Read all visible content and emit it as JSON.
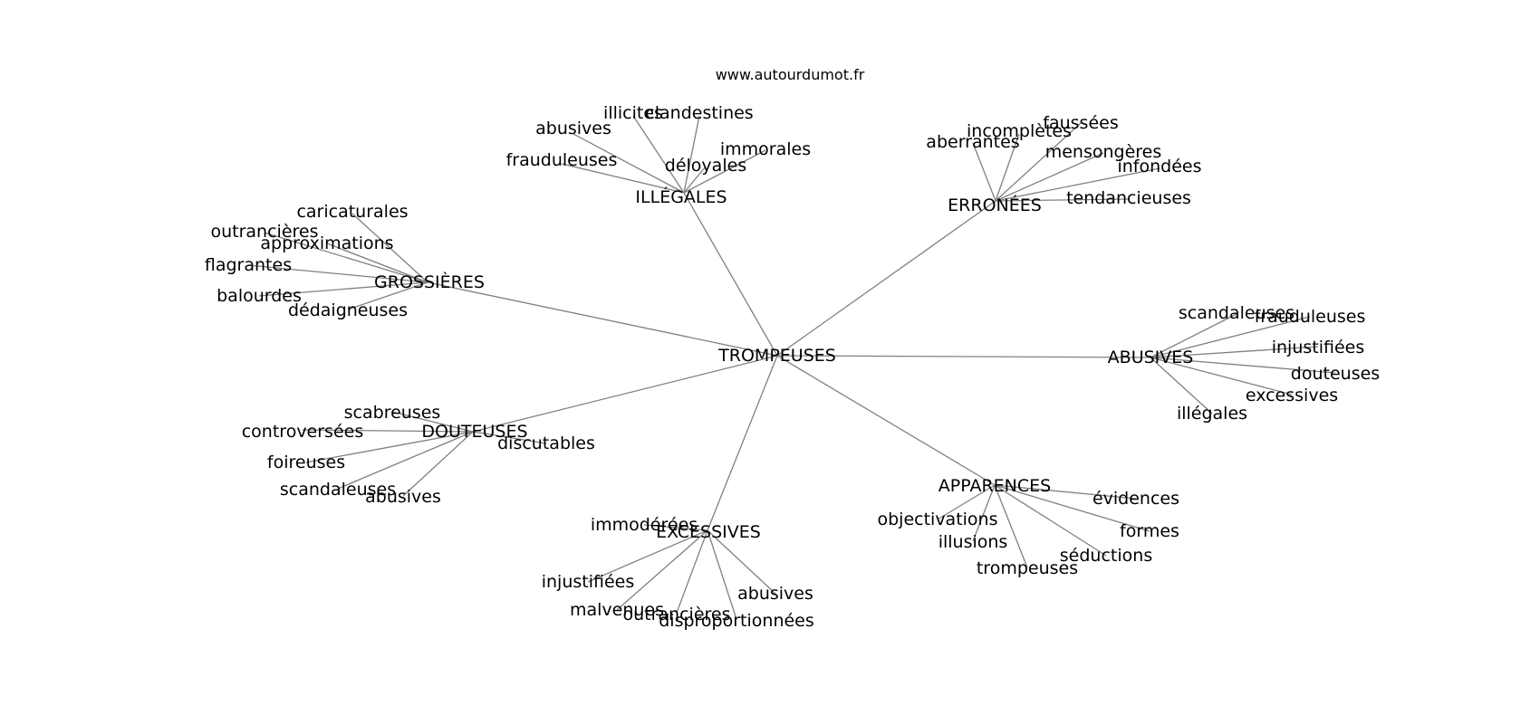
{
  "source": "www.autourdumot.fr",
  "center": "TROMPEUSES",
  "groups": [
    {
      "label": "ILLÉGALES",
      "leaves": [
        "illicites",
        "clandestines",
        "abusives",
        "immorales",
        "déloyales",
        "frauduleuses"
      ]
    },
    {
      "label": "ERRONÉES",
      "leaves": [
        "aberrantes",
        "incomplètes",
        "faussées",
        "mensongères",
        "infondées",
        "tendancieuses"
      ]
    },
    {
      "label": "GROSSIÈRES",
      "leaves": [
        "caricaturales",
        "outrancières",
        "approximations",
        "flagrantes",
        "balourdes",
        "dédaigneuses"
      ]
    },
    {
      "label": "ABUSIVES",
      "leaves": [
        "scandaleuses",
        "frauduleuses",
        "injustifiées",
        "douteuses",
        "excessives",
        "illégales"
      ]
    },
    {
      "label": "DOUTEUSES",
      "leaves": [
        "scabreuses",
        "controversées",
        "discutables",
        "foireuses",
        "scandaleuses",
        "abusives"
      ]
    },
    {
      "label": "APPARENCES",
      "leaves": [
        "évidences",
        "objectivations",
        "formes",
        "illusions",
        "séductions",
        "trompeuses"
      ]
    },
    {
      "label": "EXCESSIVES",
      "leaves": [
        "immodérées",
        "injustifiées",
        "abusives",
        "malvenues",
        "outrancières",
        "disproportionnées"
      ]
    }
  ]
}
